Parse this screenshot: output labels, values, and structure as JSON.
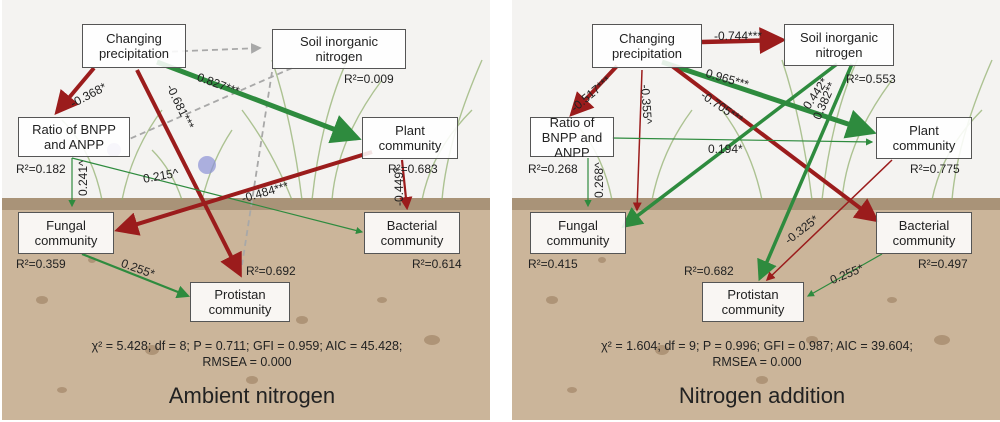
{
  "panels": [
    {
      "title": "Ambient nitrogen",
      "nodes": {
        "precip": "Changing precipitation",
        "soil_n": "Soil inorganic nitrogen",
        "bnpp": "Ratio of BNPP and ANPP",
        "plant": "Plant community",
        "fungal": "Fungal community",
        "bacterial": "Bacterial community",
        "protistan": "Protistan community"
      },
      "r2": {
        "soil_n": "R²=0.009",
        "bnpp": "R²=0.182",
        "plant": "R²=0.683",
        "fungal": "R²=0.359",
        "bacterial": "R²=0.614",
        "protistan": "R²=0.692"
      },
      "paths": {
        "precip_bnpp": "-0.368*",
        "precip_plant": "0.827***",
        "precip_protistan": "-0.681***",
        "bnpp_fungal": "0.241^",
        "bnpp_bacterial": "0.215^",
        "plant_fungal": "-0.484***",
        "plant_bacterial": "-0.449*",
        "fungal_protistan": "0.255*"
      },
      "stats_line1": "χ² = 5.428; df = 8; P = 0.711; GFI = 0.959; AIC = 45.428;",
      "stats_line2": "RMSEA = 0.000"
    },
    {
      "title": "Nitrogen addition",
      "nodes": {
        "precip": "Changing precipitation",
        "soil_n": "Soil inorganic nitrogen",
        "bnpp": "Ratio of BNPP and ANPP",
        "plant": "Plant community",
        "fungal": "Fungal community",
        "bacterial": "Bacterial community",
        "protistan": "Protistan community"
      },
      "r2": {
        "soil_n": "R²=0.553",
        "bnpp": "R²=0.268",
        "plant": "R²=0.775",
        "fungal": "R²=0.415",
        "bacterial": "R²=0.497",
        "protistan": "R²=0.682"
      },
      "paths": {
        "precip_soil_n": "-0.744***",
        "precip_bnpp": "-0.517***",
        "precip_plant": "0.965***",
        "precip_fungal": "-0.355^",
        "precip_bacterial": "-0.705***",
        "soil_n_fungal": "0.442*",
        "soil_n_protistan": "0.382**",
        "bnpp_plant": "0.194*",
        "bnpp_fungal": "0.268^",
        "plant_protistan": "-0.325*",
        "bacterial_protistan": "0.255*"
      },
      "stats_line1": "χ² = 1.604; df = 9; P = 0.996; GFI = 0.987; AIC = 39.604;",
      "stats_line2": "RMSEA = 0.000"
    }
  ],
  "colors": {
    "positive": "#2e8b3e",
    "negative": "#9b1c1c",
    "nonsignificant": "#a8a8a8",
    "sky": "#f4f3f1",
    "soil": "#cbb59a"
  }
}
